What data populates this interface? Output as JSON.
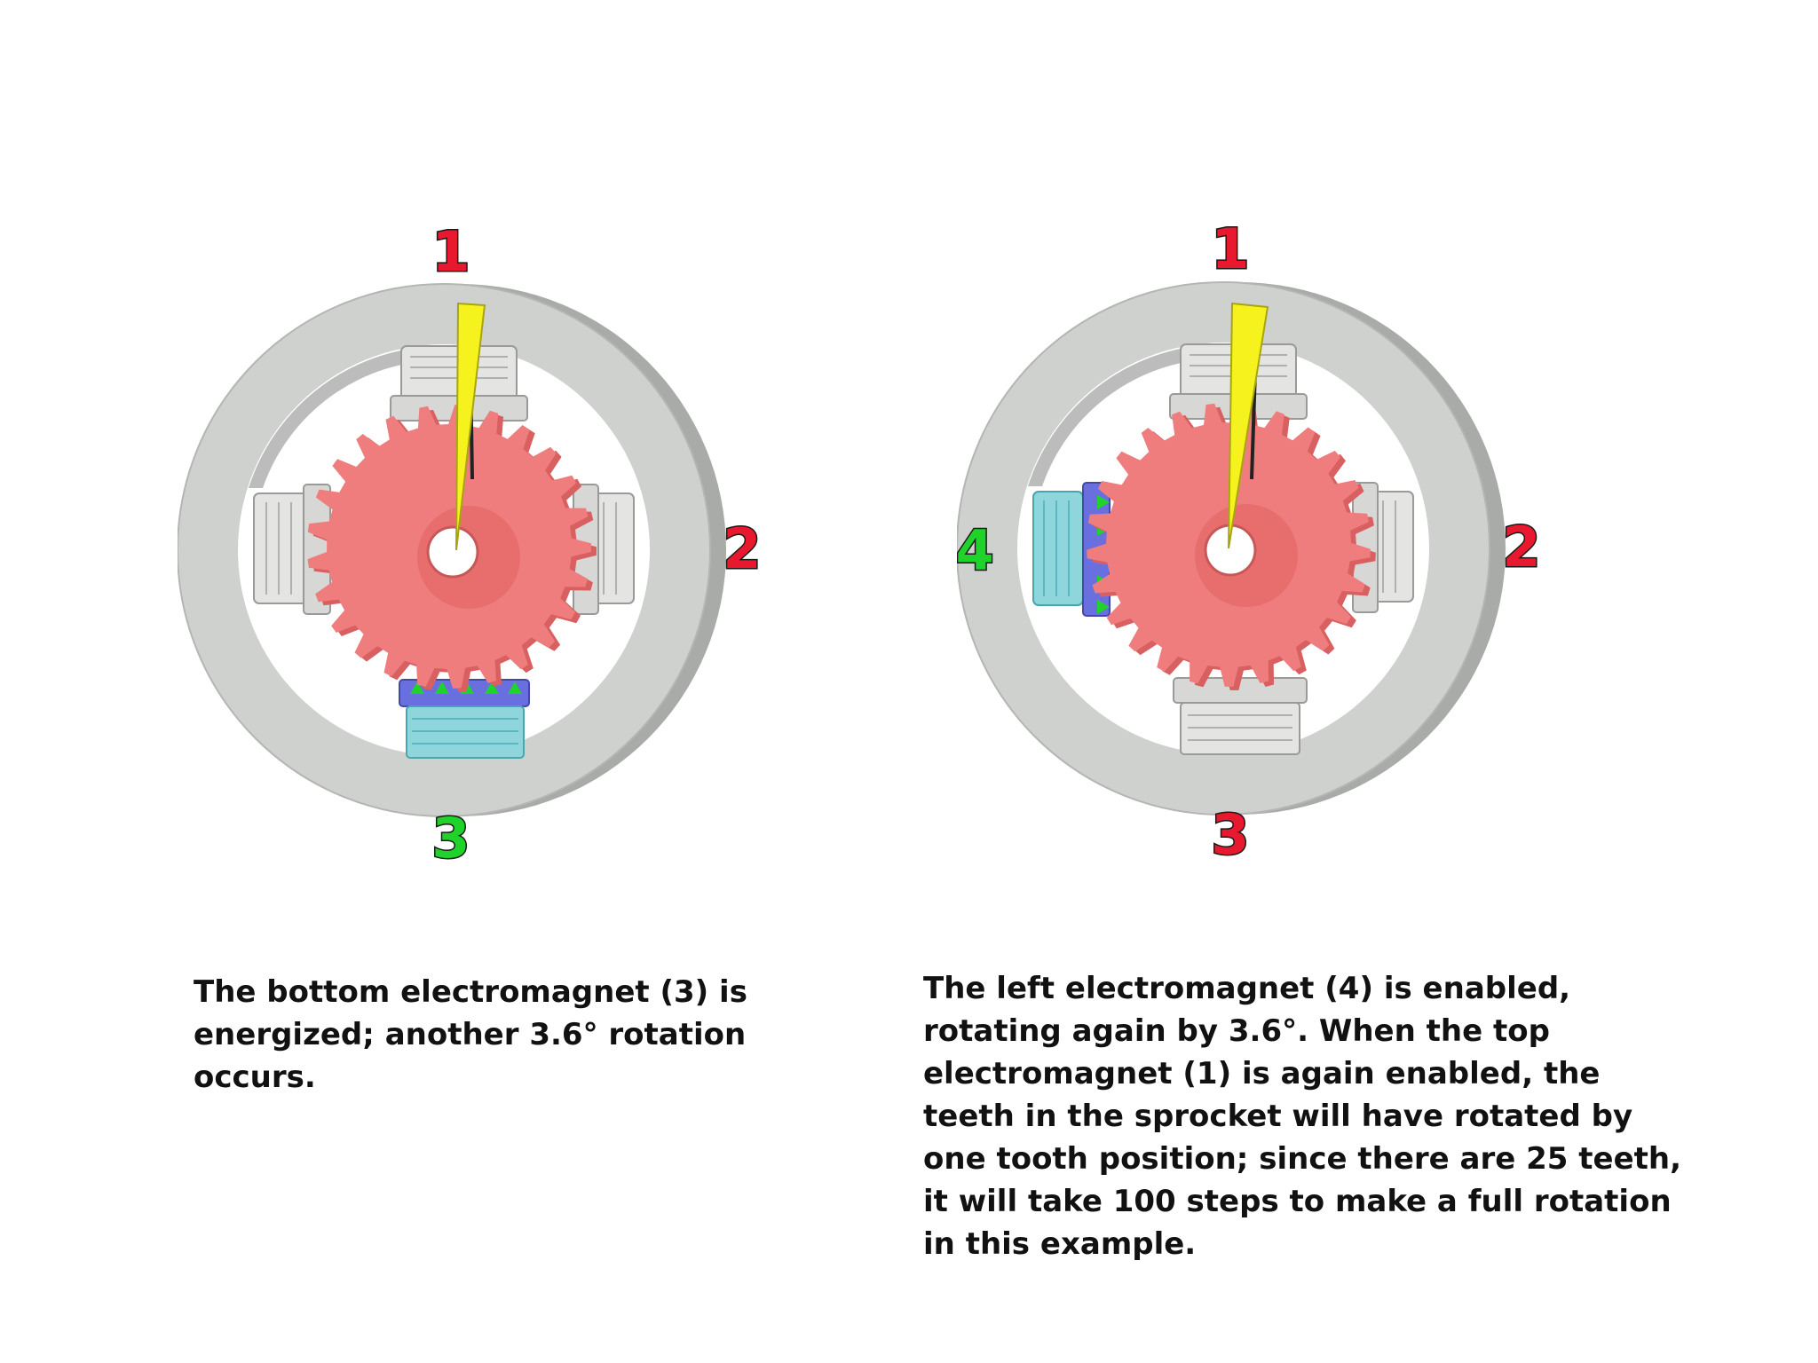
{
  "colors": {
    "ring": "#c9cbc8",
    "ring_side": "#a9aba8",
    "rotor": "#ef7d7d",
    "rotor_dark": "#d86060",
    "pointer": "#f6f21e",
    "coil_idle": "#e2e2e0",
    "coil_energized": "#8fd6dc",
    "pole_energized": "#6a6fe0",
    "label_active": "#1fd32a",
    "label_inactive": "#e8192e"
  },
  "diagrams": [
    {
      "labels": {
        "top": "1",
        "right": "2",
        "bottom": "3"
      },
      "active_electromagnet": "3",
      "caption": "The bottom electromagnet (3) is energized; another 3.6° rotation occurs."
    },
    {
      "labels": {
        "top": "1",
        "right": "2",
        "bottom": "3",
        "left": "4"
      },
      "active_electromagnet": "4",
      "caption": "The left electromagnet (4) is enabled, rotating again by 3.6°. When the top electromagnet (1) is again enabled, the teeth in the sprocket will have rotated by one tooth position; since there are 25 teeth, it will take 100 steps to make a full rotation in this example."
    }
  ]
}
